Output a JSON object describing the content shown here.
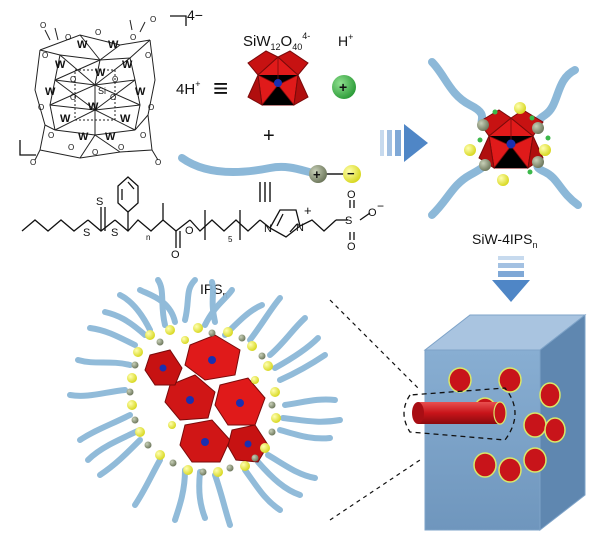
{
  "labels": {
    "charge_top": "4−",
    "proton_count": "4H",
    "proton_count_sup": "+",
    "equiv_symbol": "≡",
    "siw_formula_main": "SiW",
    "siw_formula_sub1": "12",
    "siw_formula_o": "O",
    "siw_formula_sub2": "40",
    "siw_formula_charge": "4-",
    "proton_label": "H",
    "proton_label_sup": "+",
    "plus_symbol": "+",
    "parallel_symbol": "|||",
    "complex_label_main": "SiW-4IPS",
    "complex_label_sub": "n",
    "ips_label_main": "IPS",
    "ips_label_sub": "n",
    "plus_ball": "+",
    "minus_ball": "−"
  },
  "structure_labels": {
    "center_atom": "Si",
    "tungsten": "W",
    "oxygen": "O",
    "sub_n": "n",
    "sub_5": "5",
    "ring_n": "N",
    "ring_n_plus": "N",
    "charge_plus": "+",
    "charge_minus": "−",
    "sulfur": "S",
    "oxy_single": "O",
    "sulfonate_s": "S",
    "sulfonate_o": "O"
  },
  "colors": {
    "pom_red": "#e01a1a",
    "pom_center": "#1a2fb0",
    "chain_blue": "#8cb8d8",
    "anion_yellow": "#e8e83a",
    "cation_gray": "#8c9a7a",
    "proton_green": "#3cb84a",
    "cube_blue": "#7ea3c8",
    "cylinder_red": "#c8141a",
    "arrow_blue": "#4f86c6"
  }
}
